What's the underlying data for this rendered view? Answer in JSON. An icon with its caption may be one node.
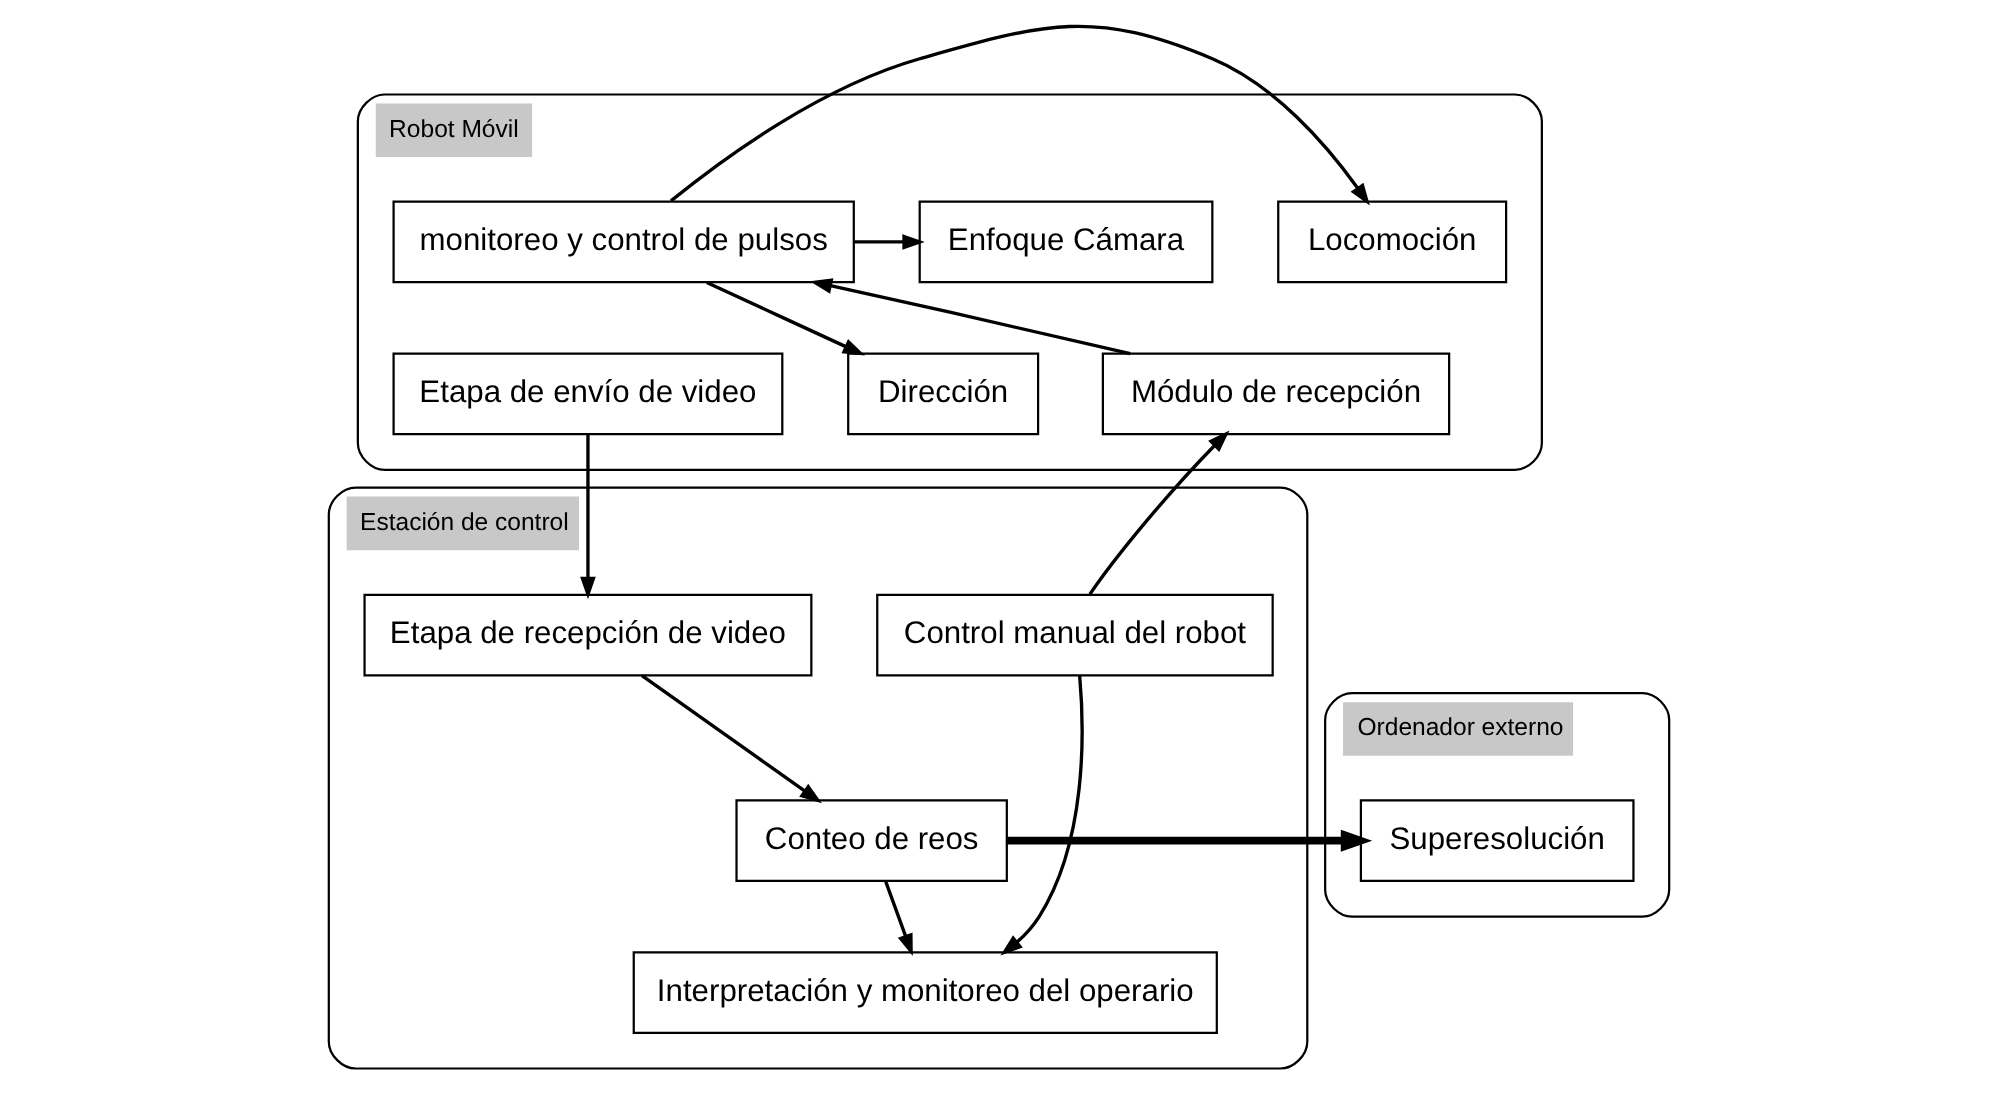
{
  "diagram": {
    "nodes": [
      {
        "text": [
          "Robot Móvil"
        ]
      },
      {
        "text": [
          "Locomoción"
        ],
        "in": 0
      },
      {
        "text": [
          "monitoreo y control de pulsos"
        ],
        "in": 0
      },
      {
        "text": [
          "Enfoque Cámara"
        ],
        "in": 0
      },
      {
        "text": [
          "Dirección"
        ],
        "in": 0
      },
      {
        "text": [
          "Módulo de recepción"
        ],
        "in": 0
      },
      {
        "text": [
          "Etapa de envío de video"
        ],
        "in": 0
      },
      {
        "text": [
          "Estación de control"
        ]
      },
      {
        "text": [
          "Control manual del robot"
        ],
        "in": 7
      },
      {
        "text": [
          "Etapa de recepción de video"
        ],
        "in": 7
      },
      {
        "text": [
          "Conteo de reos"
        ],
        "in": 7
      },
      {
        "text": [
          "Interpretación y monitoreo del operario"
        ],
        "in": 7
      },
      {
        "text": [
          "Ordenador externo"
        ]
      },
      {
        "text": [
          "Superesolución"
        ],
        "in": 12
      }
    ],
    "edges": [
      {
        "from": 2,
        "to": 1,
        "arrow": "to"
      },
      {
        "from": 2,
        "to": 3,
        "arrow": "to"
      },
      {
        "from": 2,
        "to": 4,
        "arrow": "to"
      },
      {
        "from": 5,
        "to": 2,
        "arrow": "to"
      },
      {
        "from": 8,
        "to": 5,
        "arrow": "to"
      },
      {
        "from": 6,
        "to": 9,
        "arrow": "to"
      },
      {
        "from": 9,
        "to": 10,
        "arrow": "to"
      },
      {
        "from": 8,
        "to": 11,
        "arrow": "to"
      },
      {
        "from": 10,
        "to": 11,
        "arrow": "to"
      },
      {
        "from": 10,
        "to": 13,
        "arrow": "to",
        "style": "thick"
      }
    ]
  }
}
